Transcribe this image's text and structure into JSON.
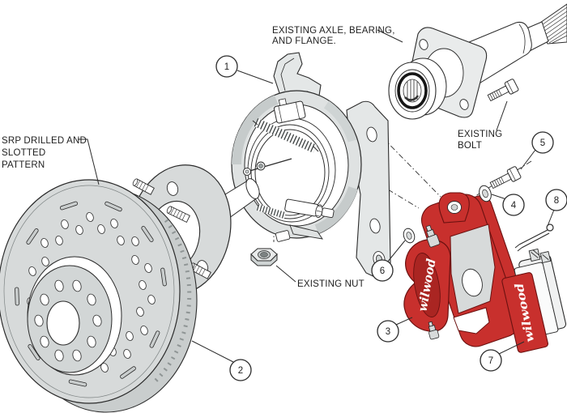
{
  "figure": {
    "type": "exploded-parts-diagram",
    "background": "#ffffff",
    "line_color": "#2b2b2b",
    "gray_fill": "#d7dada",
    "gray_mid": "#c6cbcb",
    "accent_red": "#c8302d",
    "accent_red_dark": "#a32522"
  },
  "brand": {
    "script": "wilwood"
  },
  "labels": {
    "axle": {
      "line1": "EXISTING AXLE, BEARING,",
      "line2": "AND FLANGE."
    },
    "srp": {
      "line1": "SRP DRILLED AND",
      "line2": "SLOTTED",
      "line3": "PATTERN"
    },
    "existing_bolt": {
      "line1": "EXISTING",
      "line2": "BOLT"
    },
    "existing_nut": {
      "line1": "EXISTING NUT"
    }
  },
  "callouts": [
    {
      "num": "1"
    },
    {
      "num": "2"
    },
    {
      "num": "3"
    },
    {
      "num": "4"
    },
    {
      "num": "5"
    },
    {
      "num": "6"
    },
    {
      "num": "7"
    },
    {
      "num": "8"
    }
  ]
}
